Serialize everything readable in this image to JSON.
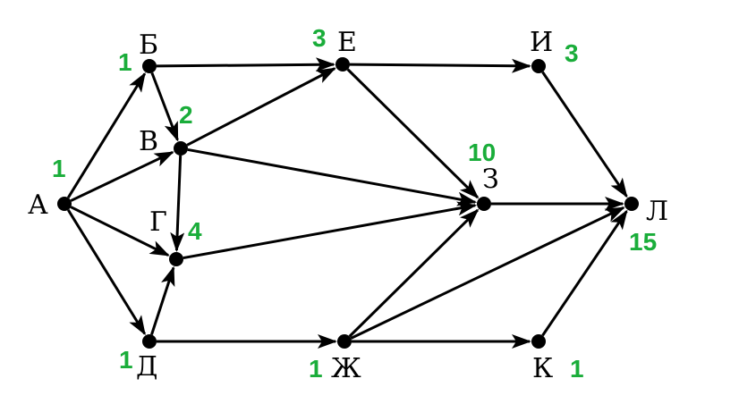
{
  "graph": {
    "count_color": "#1aad3a",
    "vertices": {
      "A": {
        "label": "А",
        "count": "1"
      },
      "B": {
        "label": "Б",
        "count": "1"
      },
      "V": {
        "label": "В",
        "count": "2"
      },
      "G": {
        "label": "Г",
        "count": "4"
      },
      "D": {
        "label": "Д",
        "count": "1"
      },
      "E": {
        "label": "Е",
        "count": "3"
      },
      "ZH": {
        "label": "Ж",
        "count": "1"
      },
      "Z": {
        "label": "З",
        "count": "10"
      },
      "I": {
        "label": "И",
        "count": "3"
      },
      "K": {
        "label": "К",
        "count": "1"
      },
      "L": {
        "label": "Л",
        "count": "15"
      }
    },
    "edges": [
      [
        "A",
        "B"
      ],
      [
        "A",
        "V"
      ],
      [
        "A",
        "G"
      ],
      [
        "A",
        "D"
      ],
      [
        "B",
        "V"
      ],
      [
        "B",
        "E"
      ],
      [
        "V",
        "G"
      ],
      [
        "V",
        "E"
      ],
      [
        "V",
        "Z"
      ],
      [
        "G",
        "Z"
      ],
      [
        "D",
        "G"
      ],
      [
        "D",
        "ZH"
      ],
      [
        "E",
        "Z"
      ],
      [
        "E",
        "I"
      ],
      [
        "ZH",
        "Z"
      ],
      [
        "ZH",
        "L"
      ],
      [
        "ZH",
        "K"
      ],
      [
        "Z",
        "L"
      ],
      [
        "I",
        "L"
      ],
      [
        "K",
        "L"
      ]
    ]
  }
}
